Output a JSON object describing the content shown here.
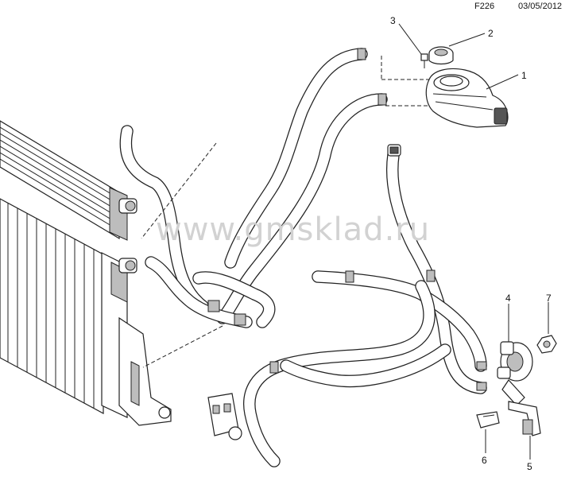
{
  "header": {
    "diagram_code": "F226",
    "date": "03/05/2012"
  },
  "watermark": "www.gmsklad.ru",
  "callouts": [
    {
      "id": "callout-1",
      "label": "1",
      "part": "expansion-tank"
    },
    {
      "id": "callout-2",
      "label": "2",
      "part": "tank-cap"
    },
    {
      "id": "callout-3",
      "label": "3",
      "part": "bolt"
    },
    {
      "id": "callout-4",
      "label": "4",
      "part": "auxiliary-water-pump"
    },
    {
      "id": "callout-5",
      "label": "5",
      "part": "pump-bracket"
    },
    {
      "id": "callout-6",
      "label": "6",
      "part": "clip"
    },
    {
      "id": "callout-7",
      "label": "7",
      "part": "nut"
    }
  ]
}
